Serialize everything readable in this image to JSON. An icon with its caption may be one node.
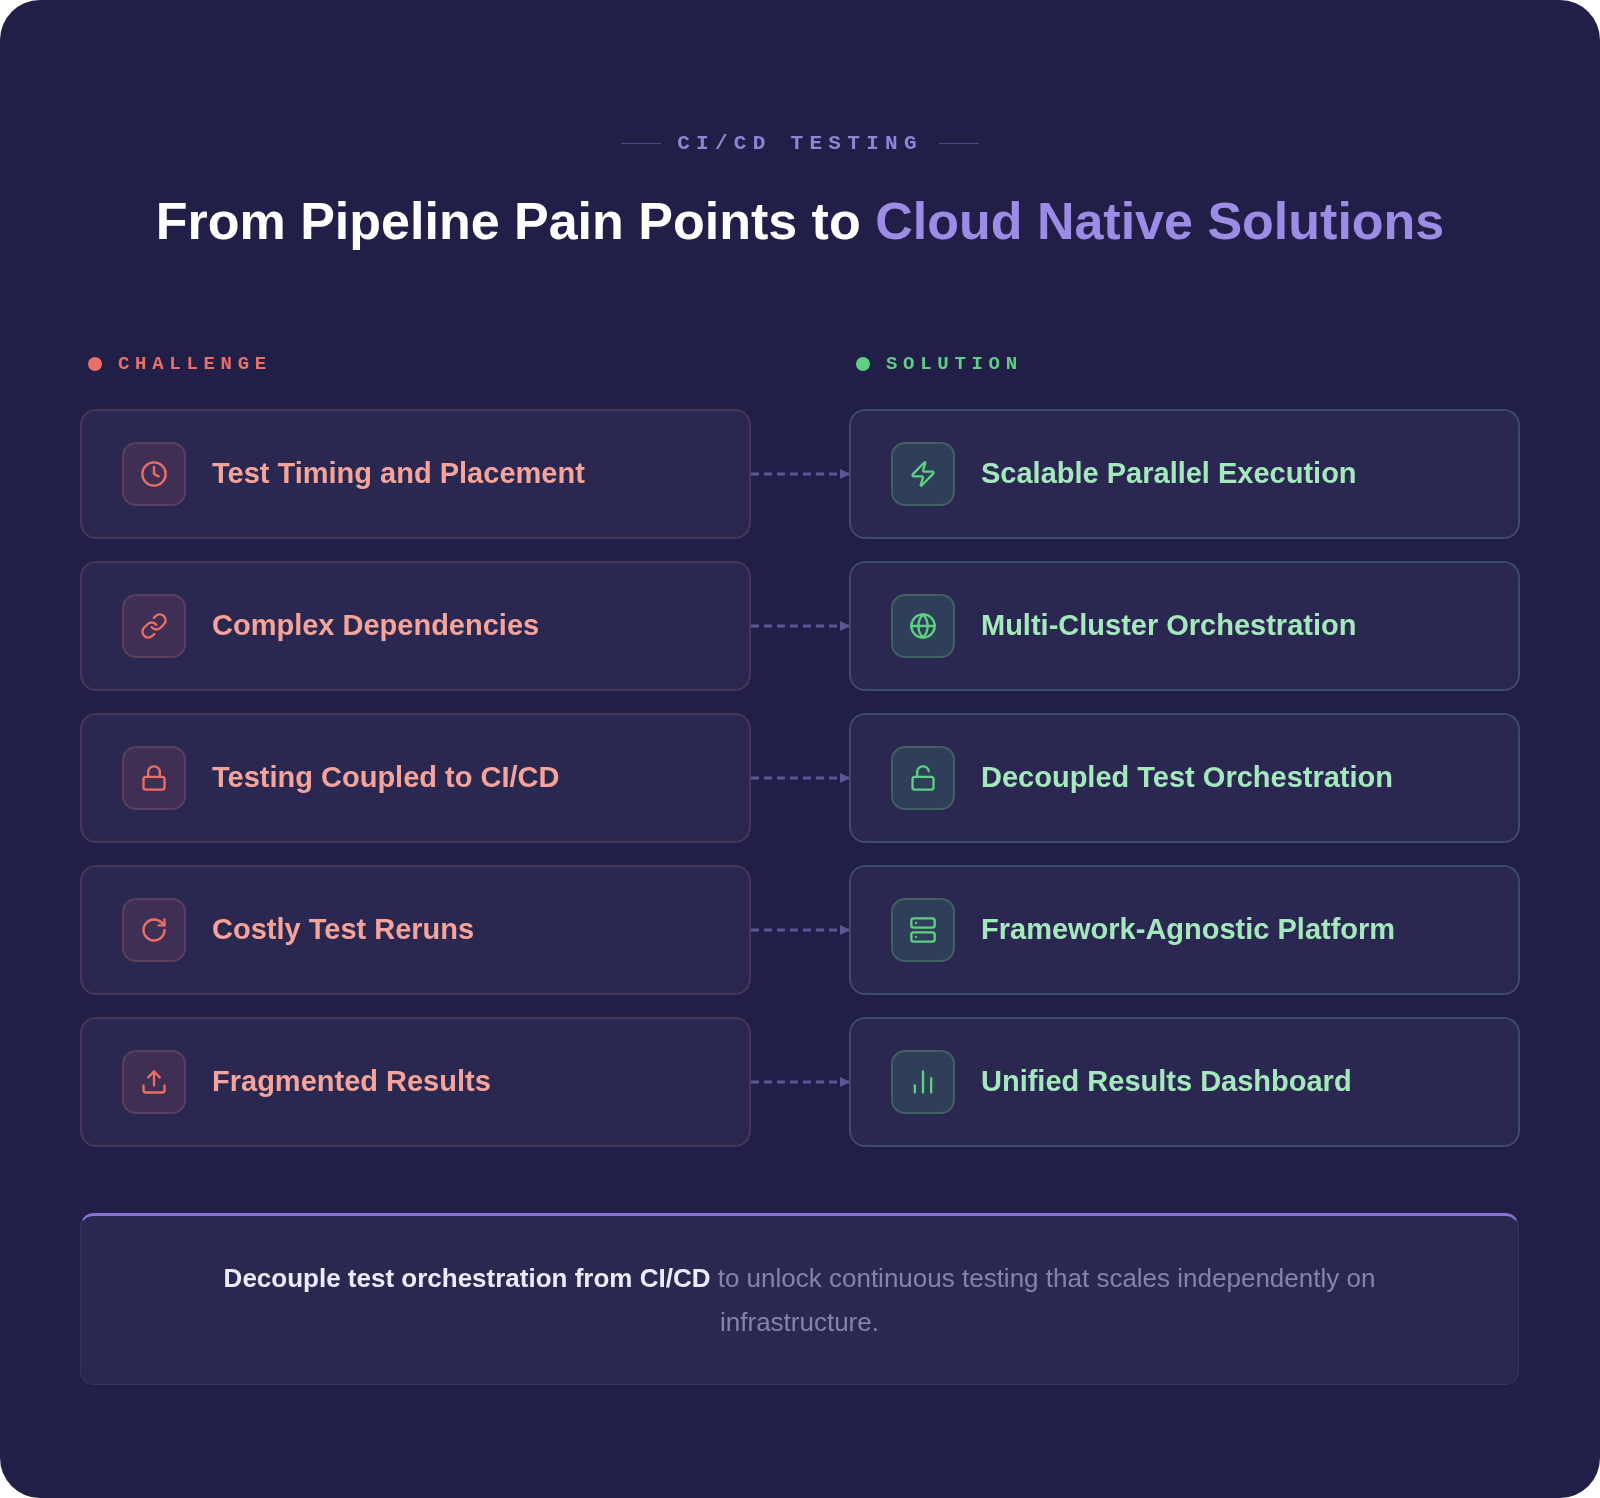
{
  "diagram": {
    "title": "From Pipeline Pain Points to *Cloud Native Solutions*",
    "nodes": [
      {
        "text": [
          "Test Timing and Placement"
        ]
      },
      {
        "text": [
          "Complex Dependencies"
        ]
      },
      {
        "text": [
          "Testing Coupled to CI/CD"
        ]
      },
      {
        "text": [
          "Costly Test Reruns"
        ]
      },
      {
        "text": [
          "Fragmented Results"
        ]
      },
      {
        "text": [
          "Scalable Parallel Execution"
        ]
      },
      {
        "text": [
          "Multi-Cluster Orchestration"
        ]
      },
      {
        "text": [
          "Decoupled Test Orchestration"
        ]
      },
      {
        "text": [
          "Framework-Agnostic Platform"
        ]
      },
      {
        "text": [
          "Unified Results Dashboard"
        ]
      },
      {
        "text": [
          "**Decouple test orchestration from CI/CD** to unlock continuous testing that scales independently on infrastructure."
        ]
      }
    ],
    "edges": [
      {
        "from": 0,
        "to": 5,
        "arrow": "to",
        "style": "dashed"
      },
      {
        "from": 1,
        "to": 6,
        "arrow": "to",
        "style": "dashed"
      },
      {
        "from": 2,
        "to": 7,
        "arrow": "to",
        "style": "dashed"
      },
      {
        "from": 3,
        "to": 8,
        "arrow": "to",
        "style": "dashed"
      },
      {
        "from": 4,
        "to": 9,
        "arrow": "to",
        "style": "dashed"
      }
    ],
    "labels": [
      "CI/CD TESTING",
      "CHALLENGE",
      "SOLUTION"
    ]
  }
}
